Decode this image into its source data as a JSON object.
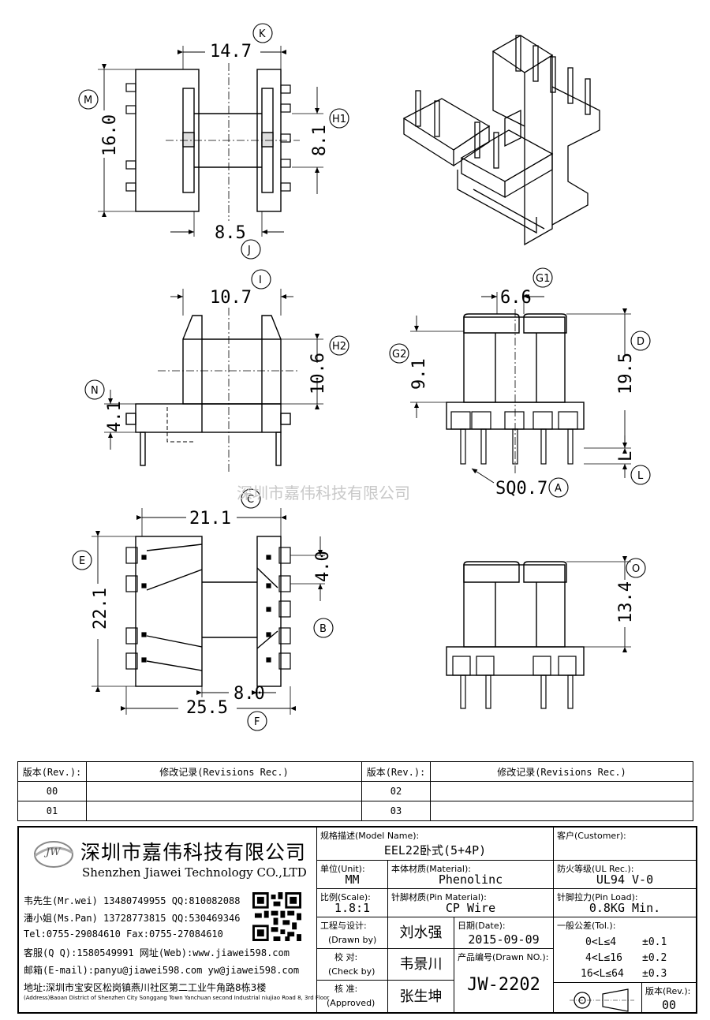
{
  "dimensions": {
    "k": "14.7",
    "h1": "8.1",
    "m": "16.0",
    "j": "8.5",
    "i": "10.7",
    "h2": "10.6",
    "n": "4.1",
    "g1": "6.6",
    "g2": "9.1",
    "d": "19.5",
    "l": "L",
    "a": "SQ0.7",
    "c": "21.1",
    "e": "22.1",
    "four": "4.0",
    "f": "8.0",
    "b25": "25.5",
    "o": "13.4"
  },
  "bubbles": {
    "k": "K",
    "m": "M",
    "h1": "H1",
    "j": "J",
    "i": "I",
    "h2": "H2",
    "n": "N",
    "g1": "G1",
    "g2": "G2",
    "d": "D",
    "l": "L",
    "a": "A",
    "c": "C",
    "e": "E",
    "b": "B",
    "f": "F",
    "o": "O"
  },
  "watermark": "深圳市嘉伟科技有限公司",
  "revisions": {
    "header_rev": "版本(Rev.):",
    "header_rec": "修改记录(Revisions Rec.)",
    "rows": [
      [
        "00",
        "02"
      ],
      [
        "01",
        "03"
      ]
    ]
  },
  "company": {
    "logo_text": "JW",
    "name_cn": "深圳市嘉伟科技有限公司",
    "name_en": "Shenzhen Jiawei Technology CO.,LTD",
    "contacts": [
      "韦先生(Mr.wei) 13480749955 QQ:810082088",
      "潘小姐(Ms.Pan) 13728773815 QQ:530469346",
      "Tel:0755-29084610      Fax:0755-27084610",
      "客服(Q Q):1580549991   网址(Web):www.jiawei598.com",
      "邮箱(E-mail):panyu@jiawei598.com  yw@jiawei598.com"
    ],
    "address_cn": "地址:深圳市宝安区松岗镇燕川社区第二工业牛角路8栋3楼",
    "address_en": "(Address)Baoan District of Shenzhen City Songgang Town Yanchuan  second Industrial niujiao Road 8, 3rd Floor"
  },
  "title_block": {
    "model_label": "规格描述(Model Name):",
    "model_value": "EEL22卧式(5+4P)",
    "customer_label": "客户(Customer):",
    "unit_label": "单位(Unit):",
    "unit_value": "MM",
    "material_label": "本体材质(Material):",
    "material_value": "Phenolinc",
    "ul_label": "防火等级(UL Rec.):",
    "ul_value": "UL94 V-0",
    "scale_label": "比例(Scale):",
    "scale_value": "1.8:1",
    "pin_mat_label": "针脚材质(Pin Material):",
    "pin_mat_value": "CP Wire",
    "pin_load_label": "针脚拉力(Pin Load):",
    "pin_load_value": "0.8KG Min.",
    "drawn_label": "工程与设计:",
    "drawn_label_en": "(Drawn by)",
    "drawn_value": "刘水强",
    "date_label": "日期(Date):",
    "date_value": "2015-09-09",
    "check_label": "校  对:",
    "check_label_en": "(Check by)",
    "check_value": "韦景川",
    "drawn_no_label": "产品编号(Drawn NO.):",
    "drawn_no_value": "JW-2202",
    "approved_label": "核  准:",
    "approved_label_en": "(Approved)",
    "approved_value": "张生坤",
    "tol_label": "一般公差(Tol.):",
    "tol_rows": [
      [
        "0<L≤4",
        "±0.1"
      ],
      [
        "4<L≤16",
        "±0.2"
      ],
      [
        "16<L≤64",
        "±0.3"
      ]
    ],
    "rev_label": "版本(Rev.):",
    "rev_value": "00"
  }
}
